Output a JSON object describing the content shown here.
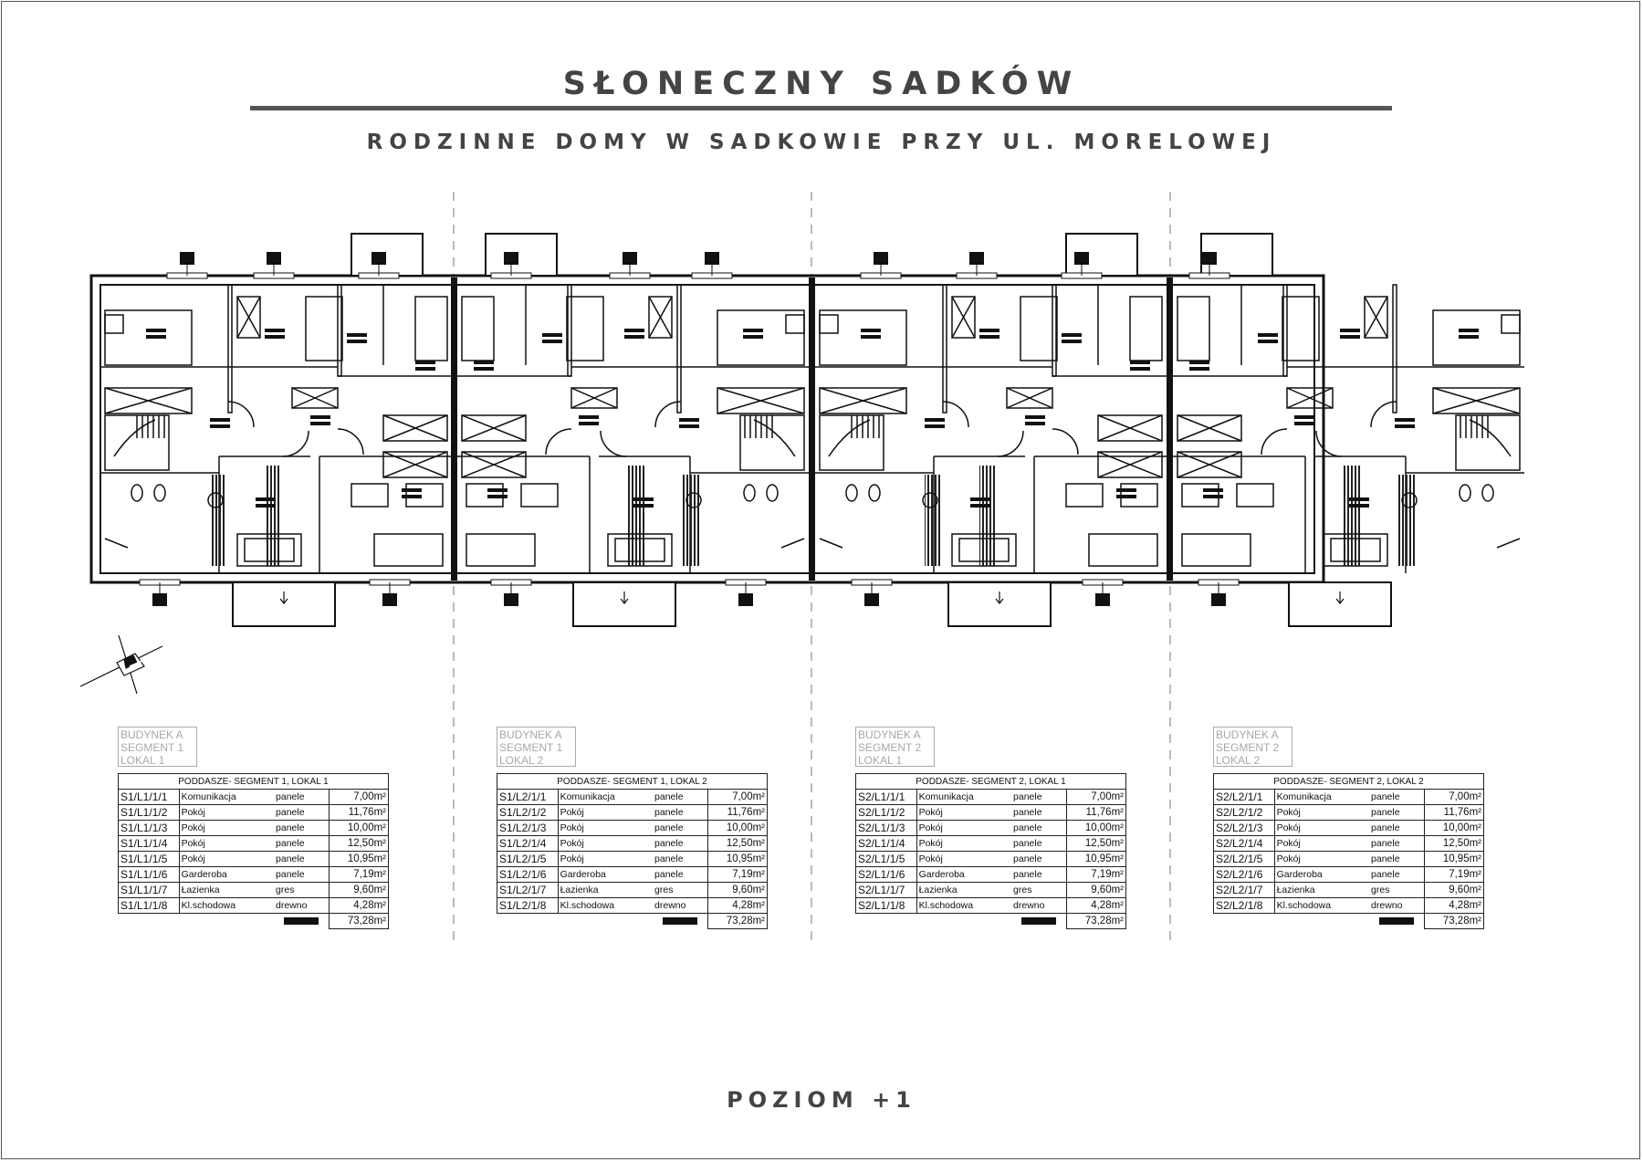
{
  "header": {
    "title": "SŁONECZNY SADKÓW",
    "subtitle": "RODZINNE DOMY W SADKOWIE PRZY UL. MORELOWEJ"
  },
  "footer": {
    "level": "POZIOM +1"
  },
  "colors": {
    "ink": "#222222",
    "text_gray": "#444444",
    "stamp_gray": "#a8a8a8"
  },
  "units": [
    {
      "stamp": [
        "BUDYNEK A",
        "SEGMENT 1",
        "LOKAL 1"
      ],
      "table_title": "PODDASZE- SEGMENT 1, LOKAL 1",
      "rows": [
        {
          "code": "S1/L1/1/1",
          "room": "Komunikacja",
          "material": "panele",
          "area": "7,00m²"
        },
        {
          "code": "S1/L1/1/2",
          "room": "Pokój",
          "material": "panele",
          "area": "11,76m²"
        },
        {
          "code": "S1/L1/1/3",
          "room": "Pokój",
          "material": "panele",
          "area": "10,00m²"
        },
        {
          "code": "S1/L1/1/4",
          "room": "Pokój",
          "material": "panele",
          "area": "12,50m²"
        },
        {
          "code": "S1/L1/1/5",
          "room": "Pokój",
          "material": "panele",
          "area": "10,95m²"
        },
        {
          "code": "S1/L1/1/6",
          "room": "Garderoba",
          "material": "panele",
          "area": "7,19m²"
        },
        {
          "code": "S1/L1/1/7",
          "room": "Łazienka",
          "material": "gres",
          "area": "9,60m²"
        },
        {
          "code": "S1/L1/1/8",
          "room": "Kl.schodowa",
          "material": "drewno",
          "area": "4,28m²"
        }
      ],
      "total": "73,28m²"
    },
    {
      "stamp": [
        "BUDYNEK A",
        "SEGMENT 1",
        "LOKAL 2"
      ],
      "table_title": "PODDASZE- SEGMENT 1, LOKAL 2",
      "rows": [
        {
          "code": "S1/L2/1/1",
          "room": "Komunikacja",
          "material": "panele",
          "area": "7,00m²"
        },
        {
          "code": "S1/L2/1/2",
          "room": "Pokój",
          "material": "panele",
          "area": "11,76m²"
        },
        {
          "code": "S1/L2/1/3",
          "room": "Pokój",
          "material": "panele",
          "area": "10,00m²"
        },
        {
          "code": "S1/L2/1/4",
          "room": "Pokój",
          "material": "panele",
          "area": "12,50m²"
        },
        {
          "code": "S1/L2/1/5",
          "room": "Pokój",
          "material": "panele",
          "area": "10,95m²"
        },
        {
          "code": "S1/L2/1/6",
          "room": "Garderoba",
          "material": "panele",
          "area": "7,19m²"
        },
        {
          "code": "S1/L2/1/7",
          "room": "Łazienka",
          "material": "gres",
          "area": "9,60m²"
        },
        {
          "code": "S1/L2/1/8",
          "room": "Kl.schodowa",
          "material": "drewno",
          "area": "4,28m²"
        }
      ],
      "total": "73,28m²"
    },
    {
      "stamp": [
        "BUDYNEK A",
        "SEGMENT 2",
        "LOKAL 1"
      ],
      "table_title": "PODDASZE- SEGMENT 2, LOKAL 1",
      "rows": [
        {
          "code": "S2/L1/1/1",
          "room": "Komunikacja",
          "material": "panele",
          "area": "7,00m²"
        },
        {
          "code": "S2/L1/1/2",
          "room": "Pokój",
          "material": "panele",
          "area": "11,76m²"
        },
        {
          "code": "S2/L1/1/3",
          "room": "Pokój",
          "material": "panele",
          "area": "10,00m²"
        },
        {
          "code": "S2/L1/1/4",
          "room": "Pokój",
          "material": "panele",
          "area": "12,50m²"
        },
        {
          "code": "S2/L1/1/5",
          "room": "Pokój",
          "material": "panele",
          "area": "10,95m²"
        },
        {
          "code": "S2/L1/1/6",
          "room": "Garderoba",
          "material": "panele",
          "area": "7,19m²"
        },
        {
          "code": "S2/L1/1/7",
          "room": "Łazienka",
          "material": "gres",
          "area": "9,60m²"
        },
        {
          "code": "S2/L1/1/8",
          "room": "Kl.schodowa",
          "material": "drewno",
          "area": "4,28m²"
        }
      ],
      "total": "73,28m²"
    },
    {
      "stamp": [
        "BUDYNEK A",
        "SEGMENT 2",
        "LOKAL 2"
      ],
      "table_title": "PODDASZE- SEGMENT 2, LOKAL 2",
      "rows": [
        {
          "code": "S2/L2/1/1",
          "room": "Komunikacja",
          "material": "panele",
          "area": "7,00m²"
        },
        {
          "code": "S2/L2/1/2",
          "room": "Pokój",
          "material": "panele",
          "area": "11,76m²"
        },
        {
          "code": "S2/L2/1/3",
          "room": "Pokój",
          "material": "panele",
          "area": "10,00m²"
        },
        {
          "code": "S2/L2/1/4",
          "room": "Pokój",
          "material": "panele",
          "area": "12,50m²"
        },
        {
          "code": "S2/L2/1/5",
          "room": "Pokój",
          "material": "panele",
          "area": "10,95m²"
        },
        {
          "code": "S2/L2/1/6",
          "room": "Garderoba",
          "material": "panele",
          "area": "7,19m²"
        },
        {
          "code": "S2/L2/1/7",
          "room": "Łazienka",
          "material": "gres",
          "area": "9,60m²"
        },
        {
          "code": "S2/L2/1/8",
          "room": "Kl.schodowa",
          "material": "drewno",
          "area": "4,28m²"
        }
      ],
      "total": "73,28m²"
    }
  ]
}
